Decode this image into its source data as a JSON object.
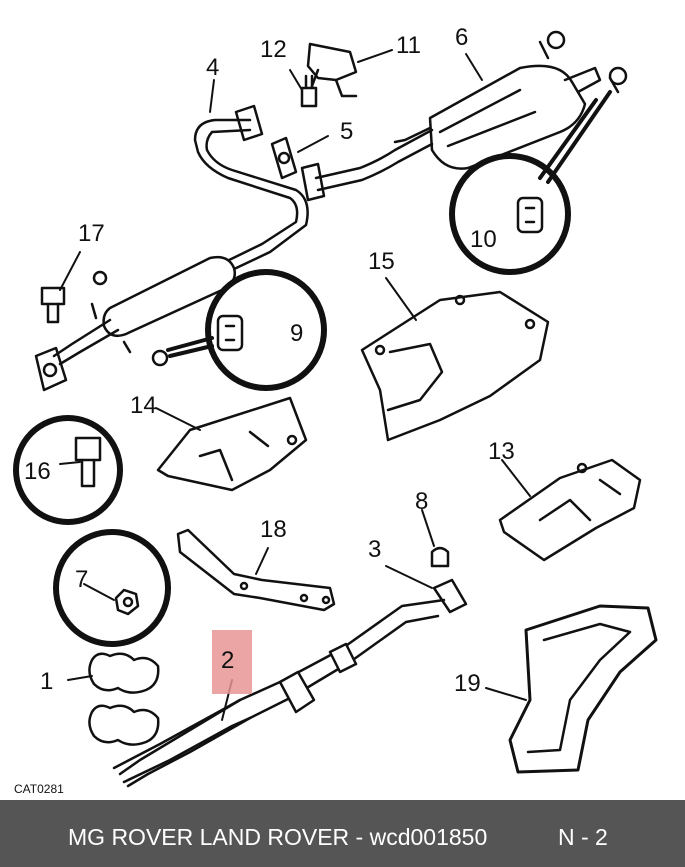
{
  "callouts": {
    "c1": "1",
    "c2": "2",
    "c3": "3",
    "c4": "4",
    "c5": "5",
    "c6": "6",
    "c7": "7",
    "c8": "8",
    "c9": "9",
    "c10": "10",
    "c11": "11",
    "c12": "12",
    "c13": "13",
    "c14": "14",
    "c15": "15",
    "c16": "16",
    "c17": "17",
    "c18": "18",
    "c19": "19"
  },
  "catalog_code": "CAT0281",
  "footer": {
    "document": "MG ROVER LAND ROVER - wcd001850",
    "page": "N - 2"
  },
  "colors": {
    "footer_bg": "#555555",
    "highlight": "#e89595",
    "line": "#111111"
  }
}
